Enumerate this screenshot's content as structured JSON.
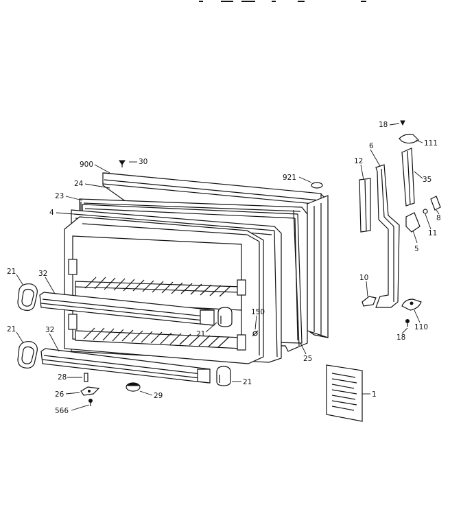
{
  "diagram": {
    "labels": {
      "p1": "1",
      "p4": "4",
      "p5": "5",
      "p6": "6",
      "p8": "8",
      "p10": "10",
      "p11": "11",
      "p12": "12",
      "p18a": "18",
      "p18b": "18",
      "p21a": "21",
      "p21b": "21",
      "p21c": "21",
      "p21d": "21",
      "p23": "23",
      "p24": "24",
      "p25": "25",
      "p26": "26",
      "p28": "28",
      "p29": "29",
      "p30": "30",
      "p32a": "32",
      "p32b": "32",
      "p35": "35",
      "p110": "110",
      "p111": "111",
      "p150": "150",
      "p566": "566",
      "p900": "900",
      "p921": "921"
    }
  }
}
